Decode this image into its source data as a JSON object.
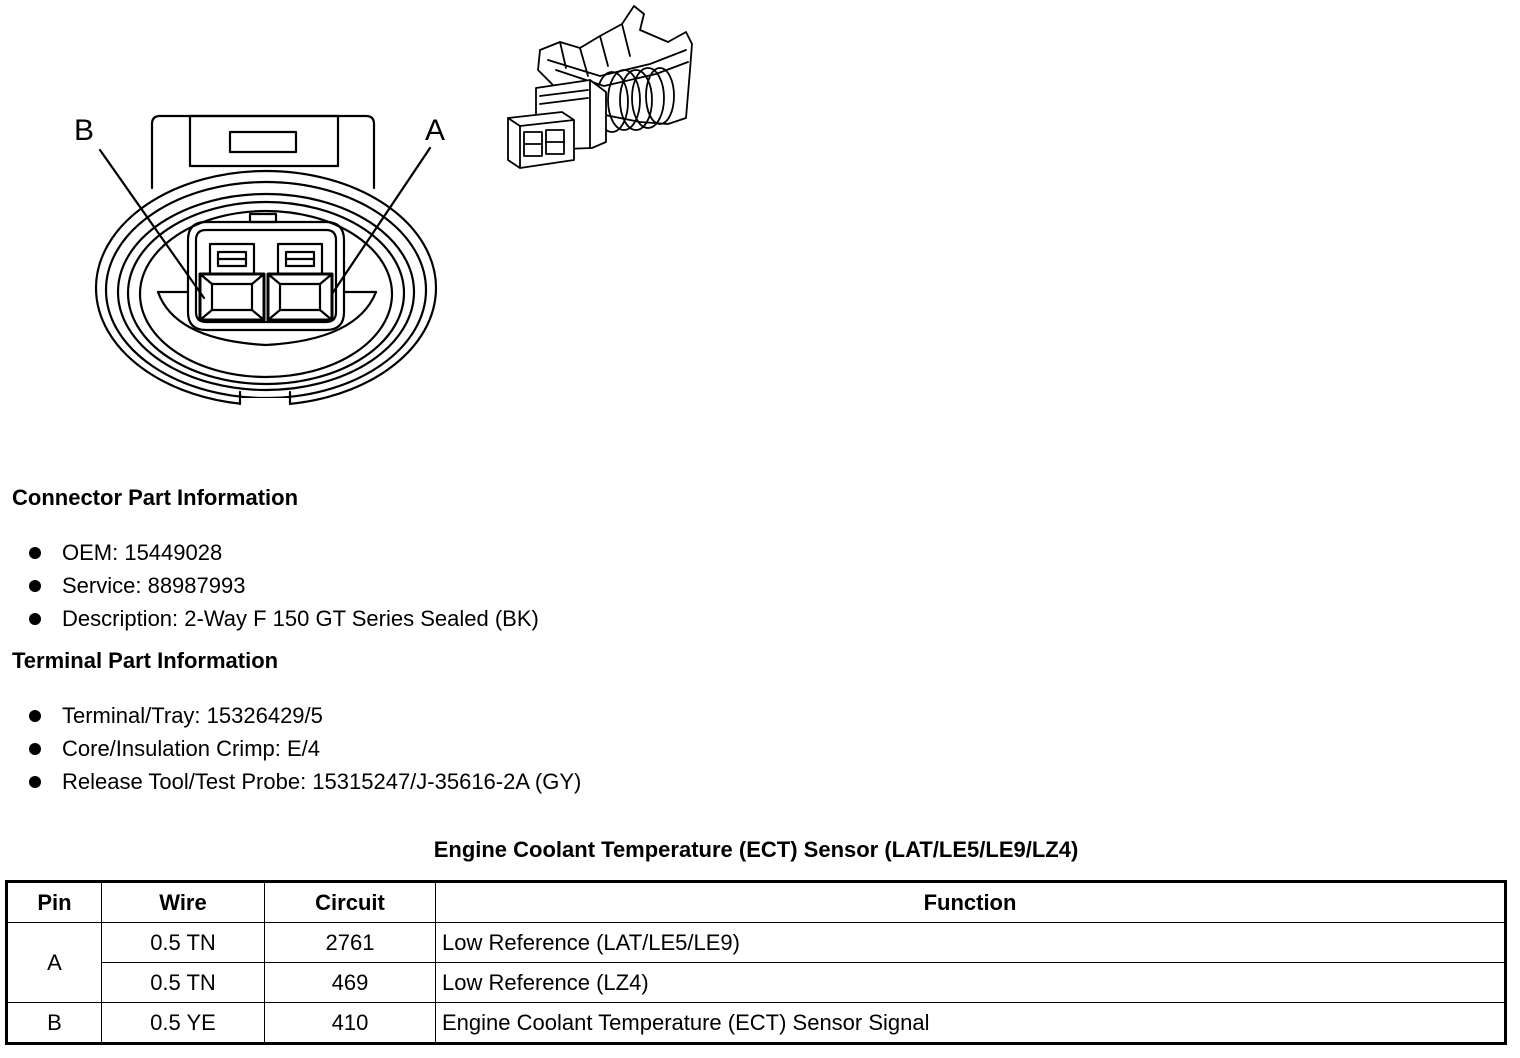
{
  "diagram": {
    "pin_label_b": "B",
    "pin_label_a": "A"
  },
  "connector_info": {
    "heading": "Connector Part Information",
    "items": [
      "OEM: 15449028",
      "Service: 88987993",
      "Description: 2-Way F 150 GT Series Sealed (BK)"
    ]
  },
  "terminal_info": {
    "heading": "Terminal Part Information",
    "items": [
      "Terminal/Tray: 15326429/5",
      "Core/Insulation Crimp: E/4",
      "Release Tool/Test Probe: 15315247/J-35616-2A (GY)"
    ]
  },
  "table": {
    "title": "Engine Coolant Temperature (ECT) Sensor (LAT/LE5/LE9/LZ4)",
    "headers": [
      "Pin",
      "Wire",
      "Circuit",
      "Function"
    ],
    "rows": [
      {
        "pin": "A",
        "wire": "0.5 TN",
        "circuit": "2761",
        "function": "Low Reference (LAT/LE5/LE9)"
      },
      {
        "pin": "",
        "wire": "0.5 TN",
        "circuit": "469",
        "function": "Low Reference (LZ4)"
      },
      {
        "pin": "B",
        "wire": "0.5 YE",
        "circuit": "410",
        "function": "Engine Coolant Temperature (ECT) Sensor Signal"
      }
    ]
  }
}
